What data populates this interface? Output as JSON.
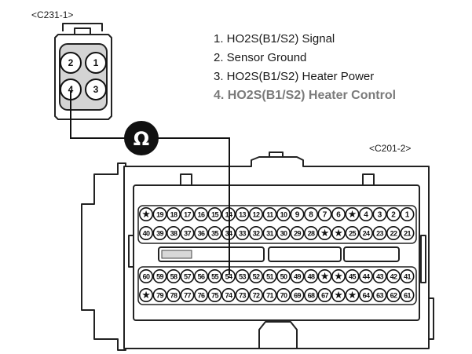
{
  "connectors": {
    "c231": {
      "label": "<C231-1>",
      "pins": [
        "2",
        "1",
        "4",
        "3"
      ]
    },
    "c201": {
      "label": "<C201-2>",
      "rows": [
        [
          "★",
          "19",
          "18",
          "17",
          "16",
          "15",
          "14",
          "13",
          "12",
          "11",
          "10",
          "9",
          "8",
          "7",
          "6",
          "★",
          "4",
          "3",
          "2",
          "1"
        ],
        [
          "40",
          "39",
          "38",
          "37",
          "36",
          "35",
          "34",
          "33",
          "32",
          "31",
          "30",
          "29",
          "28",
          "★",
          "★",
          "25",
          "24",
          "23",
          "22",
          "21"
        ],
        [
          "60",
          "59",
          "58",
          "57",
          "56",
          "55",
          "54",
          "53",
          "52",
          "51",
          "50",
          "49",
          "48",
          "★",
          "★",
          "45",
          "44",
          "43",
          "42",
          "41"
        ],
        [
          "★",
          "79",
          "78",
          "77",
          "76",
          "75",
          "74",
          "73",
          "72",
          "71",
          "70",
          "69",
          "68",
          "67",
          "★",
          "★",
          "64",
          "63",
          "62",
          "61"
        ]
      ]
    }
  },
  "legend": {
    "items": [
      "1. HO2S(B1/S2) Signal",
      "2. Sensor Ground",
      "3. HO2S(B1/S2) Heater Power",
      "4. HO2S(B1/S2) Heater Control"
    ],
    "highlight_index": 3
  },
  "meter": {
    "symbol": "Ω"
  }
}
